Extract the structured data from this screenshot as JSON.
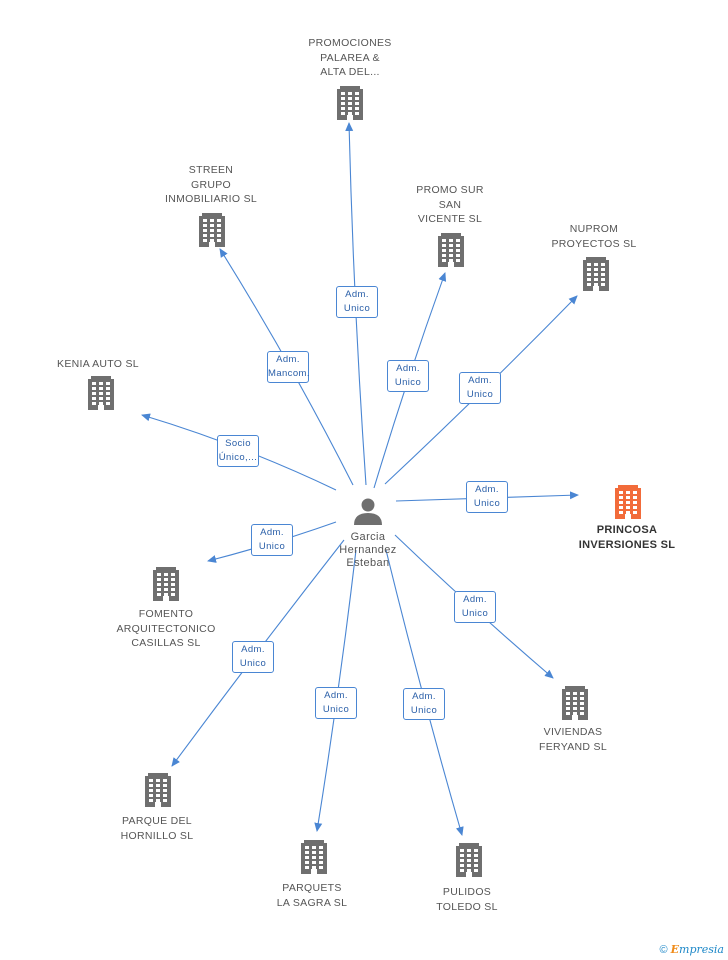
{
  "center": {
    "lines": [
      "Garcia",
      "Hernandez",
      "Esteban"
    ]
  },
  "companies": [
    {
      "id": "promociones",
      "lines": [
        "PROMOCIONES",
        "PALAREA &",
        "ALTA DEL..."
      ],
      "highlight": false
    },
    {
      "id": "streen",
      "lines": [
        "STREEN",
        "GRUPO",
        "INMOBILIARIO SL"
      ],
      "highlight": false
    },
    {
      "id": "promo-sur",
      "lines": [
        "PROMO SUR",
        "SAN",
        "VICENTE SL"
      ],
      "highlight": false
    },
    {
      "id": "nuprom",
      "lines": [
        "NUPROM",
        "PROYECTOS SL"
      ],
      "highlight": false
    },
    {
      "id": "kenia",
      "lines": [
        "KENIA AUTO  SL"
      ],
      "highlight": false
    },
    {
      "id": "princosa",
      "lines": [
        "PRINCOSA",
        "INVERSIONES SL"
      ],
      "highlight": true
    },
    {
      "id": "fomento",
      "lines": [
        "FOMENTO",
        "ARQUITECTONICO",
        "CASILLAS SL"
      ],
      "highlight": false
    },
    {
      "id": "viviendas",
      "lines": [
        "VIVIENDAS",
        "FERYAND SL"
      ],
      "highlight": false
    },
    {
      "id": "parque",
      "lines": [
        "PARQUE DEL",
        "HORNILLO SL"
      ],
      "highlight": false
    },
    {
      "id": "parquets",
      "lines": [
        "PARQUETS",
        "LA SAGRA SL"
      ],
      "highlight": false
    },
    {
      "id": "pulidos",
      "lines": [
        "PULIDOS",
        "TOLEDO SL"
      ],
      "highlight": false
    }
  ],
  "relations": [
    {
      "target": "promociones",
      "lines": [
        "Adm.",
        "Unico"
      ]
    },
    {
      "target": "streen",
      "lines": [
        "Adm.",
        "Mancom."
      ]
    },
    {
      "target": "promo-sur",
      "lines": [
        "Adm.",
        "Unico"
      ]
    },
    {
      "target": "nuprom",
      "lines": [
        "Adm.",
        "Unico"
      ]
    },
    {
      "target": "kenia",
      "lines": [
        "Socio",
        "Único,..."
      ]
    },
    {
      "target": "princosa",
      "lines": [
        "Adm.",
        "Unico"
      ]
    },
    {
      "target": "fomento",
      "lines": [
        "Adm.",
        "Unico"
      ]
    },
    {
      "target": "viviendas",
      "lines": [
        "Adm.",
        "Unico"
      ]
    },
    {
      "target": "parque",
      "lines": [
        "Adm.",
        "Unico"
      ]
    },
    {
      "target": "parquets",
      "lines": [
        "Adm.",
        "Unico"
      ]
    },
    {
      "target": "pulidos",
      "lines": [
        "Adm.",
        "Unico"
      ]
    }
  ],
  "colors": {
    "edge": "#4a86d3",
    "building": "#6f6f6f",
    "highlight": "#f26b3a",
    "person": "#6f6f6f"
  },
  "footer": {
    "copyright": "©",
    "brand_e": "E",
    "brand_rest": "mpresia"
  }
}
